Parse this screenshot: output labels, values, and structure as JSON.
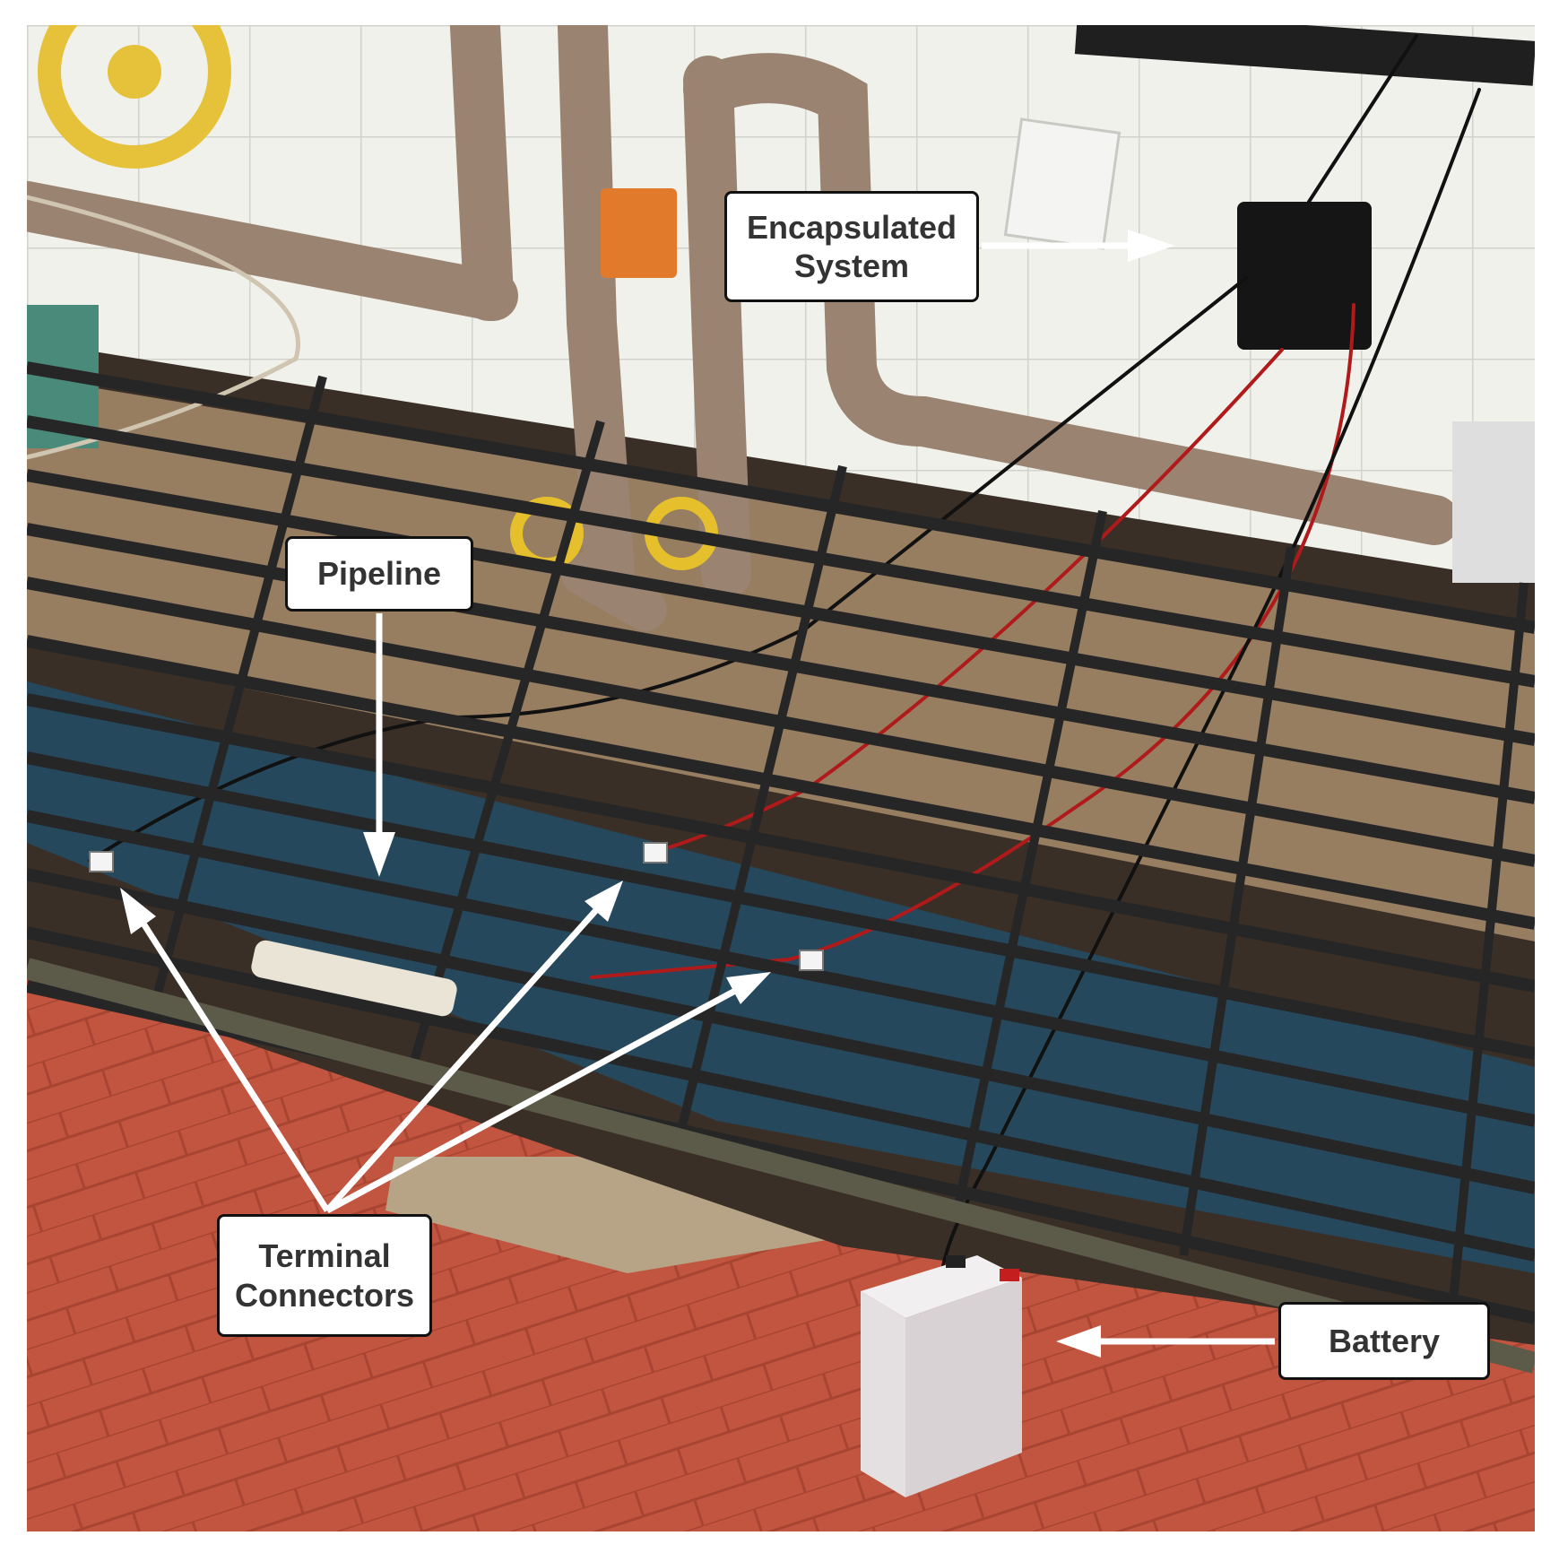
{
  "labels": {
    "encapsulated_system": "Encapsulated\nSystem",
    "pipeline": "Pipeline",
    "terminal_connectors": "Terminal\nConnectors",
    "battery": "Battery"
  },
  "colors": {
    "tile_wall": "#efefe9",
    "pipe": "#9d8571",
    "grate": "#2b2b2b",
    "floor_tile": "#c0553f",
    "box": "#151515",
    "red_wire": "#b01a1a"
  }
}
